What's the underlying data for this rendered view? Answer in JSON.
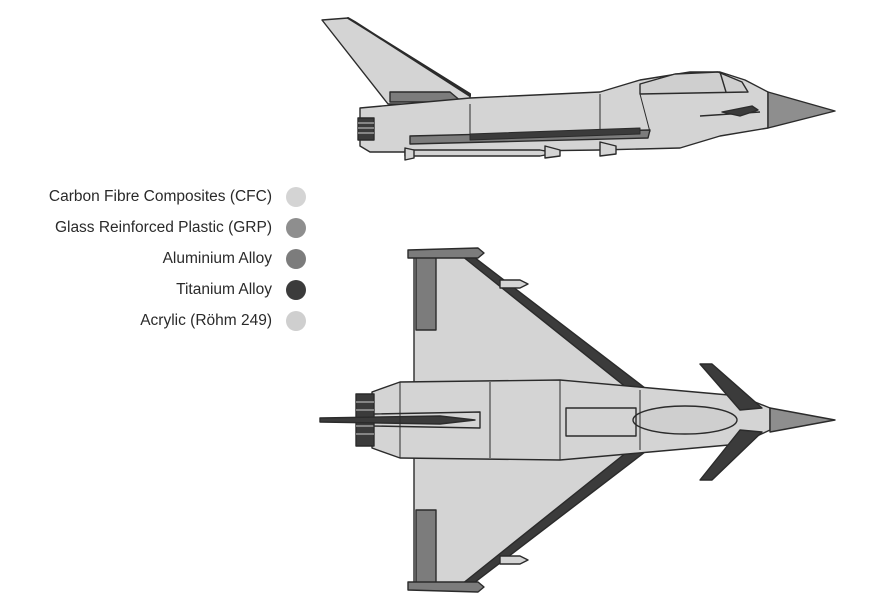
{
  "legend": {
    "items": [
      {
        "label": "Carbon Fibre Composites (CFC)",
        "color": "#d4d4d4"
      },
      {
        "label": "Glass Reinforced Plastic (GRP)",
        "color": "#8e8e8e"
      },
      {
        "label": "Aluminium Alloy",
        "color": "#7c7c7c"
      },
      {
        "label": "Titanium Alloy",
        "color": "#3b3b3b"
      },
      {
        "label": "Acrylic (Röhm 249)",
        "color": "#cfcfcf"
      }
    ]
  },
  "colors": {
    "cfc": "#d4d4d4",
    "grp": "#8e8e8e",
    "aluminium": "#7c7c7c",
    "titanium": "#3b3b3b",
    "acrylic": "#cfcfcf",
    "outline": "#2b2b2b"
  }
}
